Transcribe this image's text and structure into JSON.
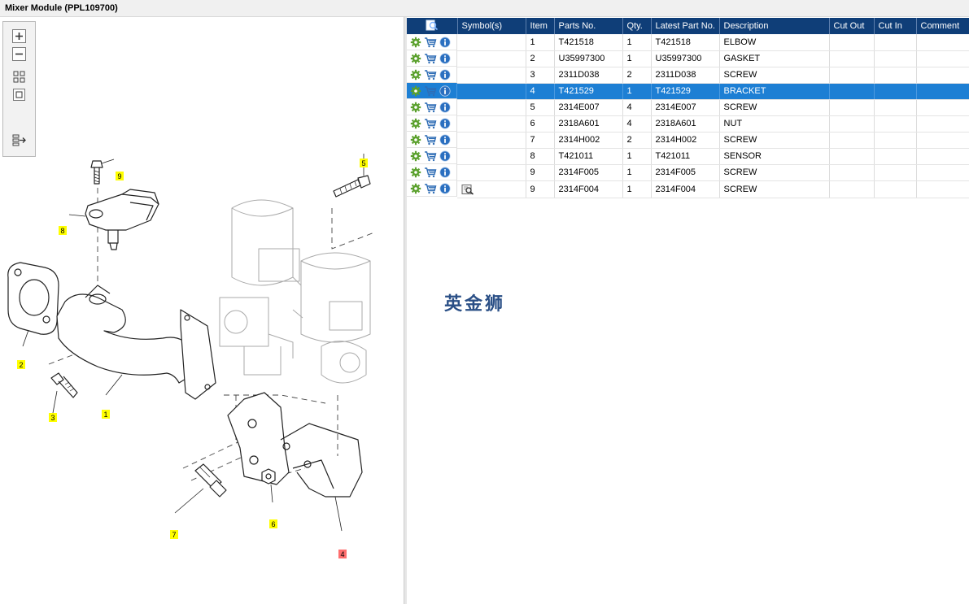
{
  "window": {
    "title": "Mixer Module (PPL109700)"
  },
  "toolbox": {
    "icons": [
      "zoom-in-icon",
      "zoom-out-icon",
      "fit-all-icon",
      "actual-size-icon",
      "export-icon"
    ]
  },
  "table": {
    "columns": [
      "",
      "Symbol(s)",
      "Item",
      "Parts No.",
      "Qty.",
      "Latest Part No.",
      "Description",
      "Cut Out",
      "Cut In",
      "Comment"
    ],
    "selected_row": 3,
    "rows": [
      {
        "item": "1",
        "part_no": "T421518",
        "qty": "1",
        "latest": "T421518",
        "desc": "ELBOW",
        "cut_out": "",
        "cut_in": "",
        "comment": "",
        "symbol": ""
      },
      {
        "item": "2",
        "part_no": "U35997300",
        "qty": "1",
        "latest": "U35997300",
        "desc": "GASKET",
        "cut_out": "",
        "cut_in": "",
        "comment": "",
        "symbol": ""
      },
      {
        "item": "3",
        "part_no": "2311D038",
        "qty": "2",
        "latest": "2311D038",
        "desc": "SCREW",
        "cut_out": "",
        "cut_in": "",
        "comment": "",
        "symbol": ""
      },
      {
        "item": "4",
        "part_no": "T421529",
        "qty": "1",
        "latest": "T421529",
        "desc": "BRACKET",
        "cut_out": "",
        "cut_in": "",
        "comment": "",
        "symbol": ""
      },
      {
        "item": "5",
        "part_no": "2314E007",
        "qty": "4",
        "latest": "2314E007",
        "desc": "SCREW",
        "cut_out": "",
        "cut_in": "",
        "comment": "",
        "symbol": ""
      },
      {
        "item": "6",
        "part_no": "2318A601",
        "qty": "4",
        "latest": "2318A601",
        "desc": "NUT",
        "cut_out": "",
        "cut_in": "",
        "comment": "",
        "symbol": ""
      },
      {
        "item": "7",
        "part_no": "2314H002",
        "qty": "2",
        "latest": "2314H002",
        "desc": "SCREW",
        "cut_out": "",
        "cut_in": "",
        "comment": "",
        "symbol": ""
      },
      {
        "item": "8",
        "part_no": "T421011",
        "qty": "1",
        "latest": "T421011",
        "desc": "SENSOR",
        "cut_out": "",
        "cut_in": "",
        "comment": "",
        "symbol": ""
      },
      {
        "item": "9",
        "part_no": "2314F005",
        "qty": "1",
        "latest": "2314F005",
        "desc": "SCREW",
        "cut_out": "",
        "cut_in": "",
        "comment": "",
        "symbol": ""
      },
      {
        "item": "9",
        "part_no": "2314F004",
        "qty": "1",
        "latest": "2314F004",
        "desc": "SCREW",
        "cut_out": "",
        "cut_in": "",
        "comment": "",
        "symbol": "view-drawing-icon"
      }
    ]
  },
  "diagram": {
    "callouts": [
      "1",
      "2",
      "3",
      "4",
      "5",
      "6",
      "7",
      "8",
      "9"
    ],
    "highlighted_callout": "4",
    "callout_color": "#ffff00",
    "highlight_color": "#ff6e6e"
  },
  "watermark": "英金狮",
  "colors": {
    "header_bg": "#0f3e78",
    "selected_row": "#1d7fd4",
    "gear_icon": "#5aa02c",
    "cart_icon": "#2f6db5",
    "info_icon": "#2a6fc0"
  }
}
